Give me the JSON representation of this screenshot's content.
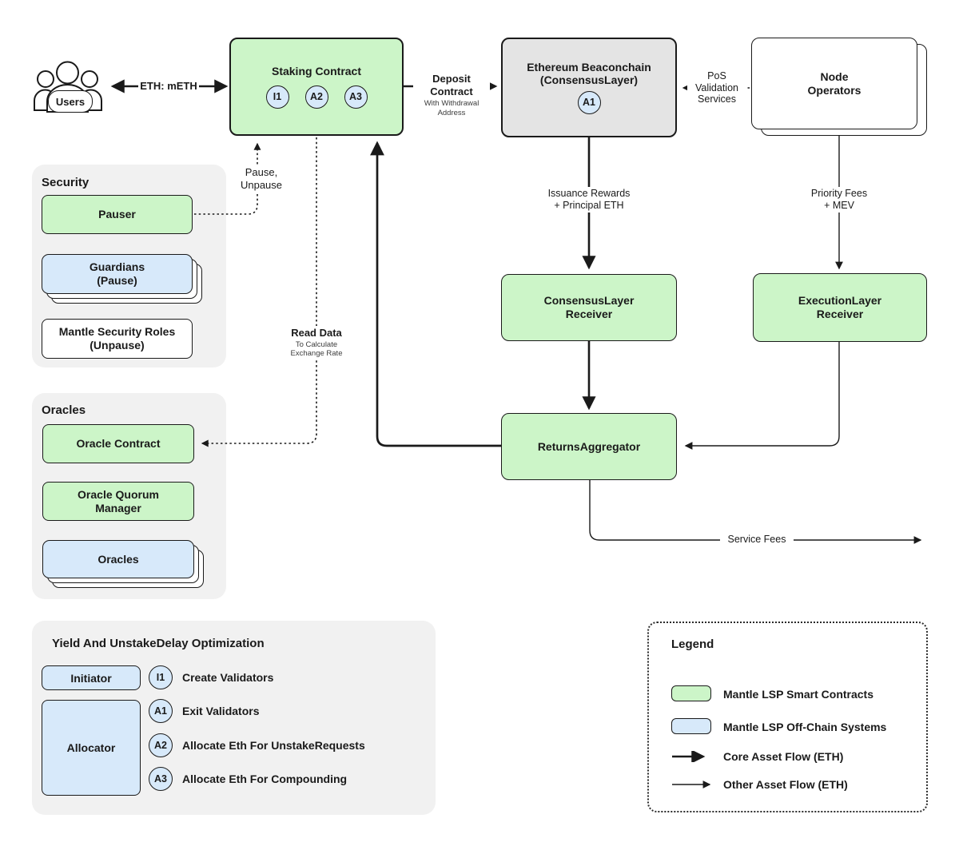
{
  "colors": {
    "green": "#ccf5c8",
    "blue": "#d7e9fa",
    "panel_gray": "#f1f1f1",
    "box_gray": "#e4e4e4",
    "ink": "#1a1a1a"
  },
  "users": {
    "label": "Users"
  },
  "staking_contract": {
    "title": "Staking Contract",
    "badges": [
      "I1",
      "A2",
      "A3"
    ]
  },
  "beaconchain": {
    "title": [
      "Ethereum Beaconchain",
      "(ConsensusLayer)"
    ],
    "badge": "A1"
  },
  "node_operators": {
    "title": [
      "Node",
      "Operators"
    ]
  },
  "consensus_receiver": {
    "title": [
      "ConsensusLayer",
      "Receiver"
    ]
  },
  "execution_receiver": {
    "title": [
      "ExecutionLayer",
      "Receiver"
    ]
  },
  "returns_aggregator": {
    "title": "ReturnsAggregator"
  },
  "edge_labels": {
    "eth_meth": "ETH: mETH",
    "deposit": [
      "Deposit",
      "Contract"
    ],
    "deposit_sub": [
      "With Withdrawal",
      "Address"
    ],
    "pos_validation": [
      "PoS",
      "Validation",
      "Services"
    ],
    "pause_unpause": [
      "Pause,",
      "Unpause"
    ],
    "read_data": "Read Data",
    "read_data_sub": [
      "To Calculate",
      "Exchange Rate"
    ],
    "issuance": [
      "Issuance Rewards",
      "+ Principal ETH"
    ],
    "priority": [
      "Priority Fees",
      "+ MEV"
    ],
    "service_fees": "Service Fees"
  },
  "security_panel": {
    "title": "Security",
    "pauser": "Pauser",
    "guardians": [
      "Guardians",
      "(Pause)"
    ],
    "roles": [
      "Mantle Security Roles",
      "(Unpause)"
    ]
  },
  "oracles_panel": {
    "title": "Oracles",
    "oracle_contract": "Oracle Contract",
    "quorum_manager": [
      "Oracle Quorum",
      "Manager"
    ],
    "oracles": "Oracles"
  },
  "yield_panel": {
    "title": "Yield And UnstakeDelay Optimization",
    "initiator": "Initiator",
    "allocator": "Allocator",
    "rows": [
      {
        "badge": "I1",
        "label": "Create Validators"
      },
      {
        "badge": "A1",
        "label": "Exit Validators"
      },
      {
        "badge": "A2",
        "label": "Allocate Eth For UnstakeRequests"
      },
      {
        "badge": "A3",
        "label": "Allocate Eth For Compounding"
      }
    ]
  },
  "legend": {
    "title": "Legend",
    "smart_contracts": "Mantle LSP Smart Contracts",
    "offchain_systems": "Mantle LSP Off-Chain Systems",
    "core_flow": "Core Asset Flow (ETH)",
    "other_flow": "Other Asset Flow (ETH)"
  }
}
